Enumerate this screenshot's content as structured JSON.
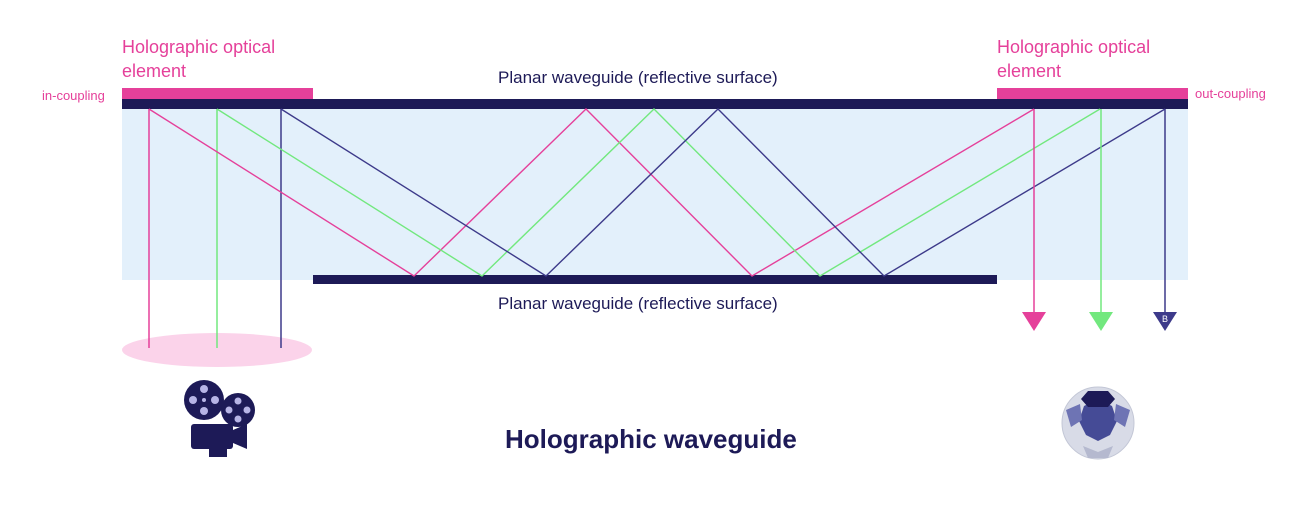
{
  "title": "Holographic waveguide",
  "top_surface_label": "Planar waveguide (reflective surface)",
  "bottom_surface_label": "Planar waveguide (reflective surface)",
  "left_element": {
    "line1": "Holographic optical",
    "line2": "element",
    "side_label": "in-coupling"
  },
  "right_element": {
    "line1": "Holographic optical",
    "line2": "element",
    "side_label": "out-coupling"
  },
  "output_arrows": [
    {
      "color": "#e5409a",
      "label": ""
    },
    {
      "color": "#72e87e",
      "label": ""
    },
    {
      "color": "#3d3a8a",
      "label": "B"
    }
  ],
  "colors": {
    "waveguide_fill": "#e3f0fb",
    "surface": "#1d1a57",
    "hoe": "#e5409a",
    "red_ray": "#e5409a",
    "green_ray": "#72e87e",
    "blue_ray": "#3d3a8a",
    "beam_spot": "#fbd3ea"
  },
  "icons": {
    "source": "film-projector-icon",
    "destination": "eye-icon"
  }
}
